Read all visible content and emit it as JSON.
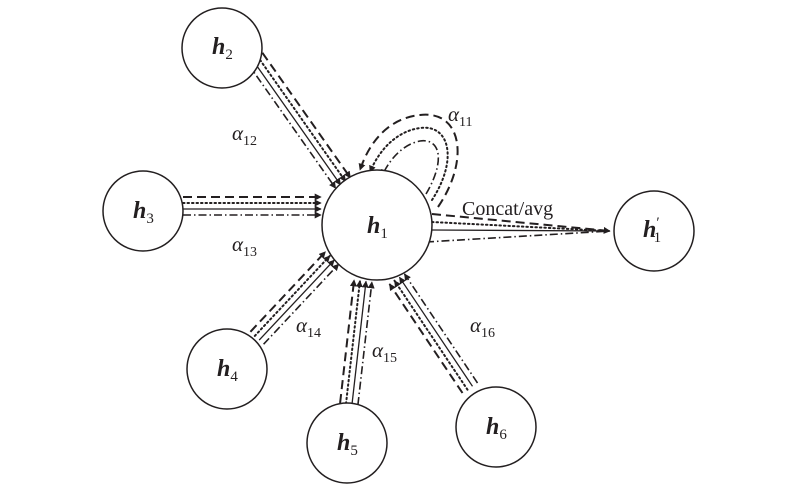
{
  "center_node": {
    "letter": "h",
    "subscript": "1"
  },
  "neighbor_nodes": [
    {
      "id": "h2",
      "letter": "h",
      "subscript": "2"
    },
    {
      "id": "h3",
      "letter": "h",
      "subscript": "3"
    },
    {
      "id": "h4",
      "letter": "h",
      "subscript": "4"
    },
    {
      "id": "h5",
      "letter": "h",
      "subscript": "5"
    },
    {
      "id": "h6",
      "letter": "h",
      "subscript": "6"
    }
  ],
  "output_node": {
    "letter": "h",
    "prime": "′",
    "subscript": "1"
  },
  "attention_weights": [
    {
      "symbol": "α",
      "subscript": "11"
    },
    {
      "symbol": "α",
      "subscript": "12"
    },
    {
      "symbol": "α",
      "subscript": "13"
    },
    {
      "symbol": "α",
      "subscript": "14"
    },
    {
      "symbol": "α",
      "subscript": "15"
    },
    {
      "symbol": "α",
      "subscript": "16"
    }
  ],
  "aggregation_label": "Concat/avg"
}
